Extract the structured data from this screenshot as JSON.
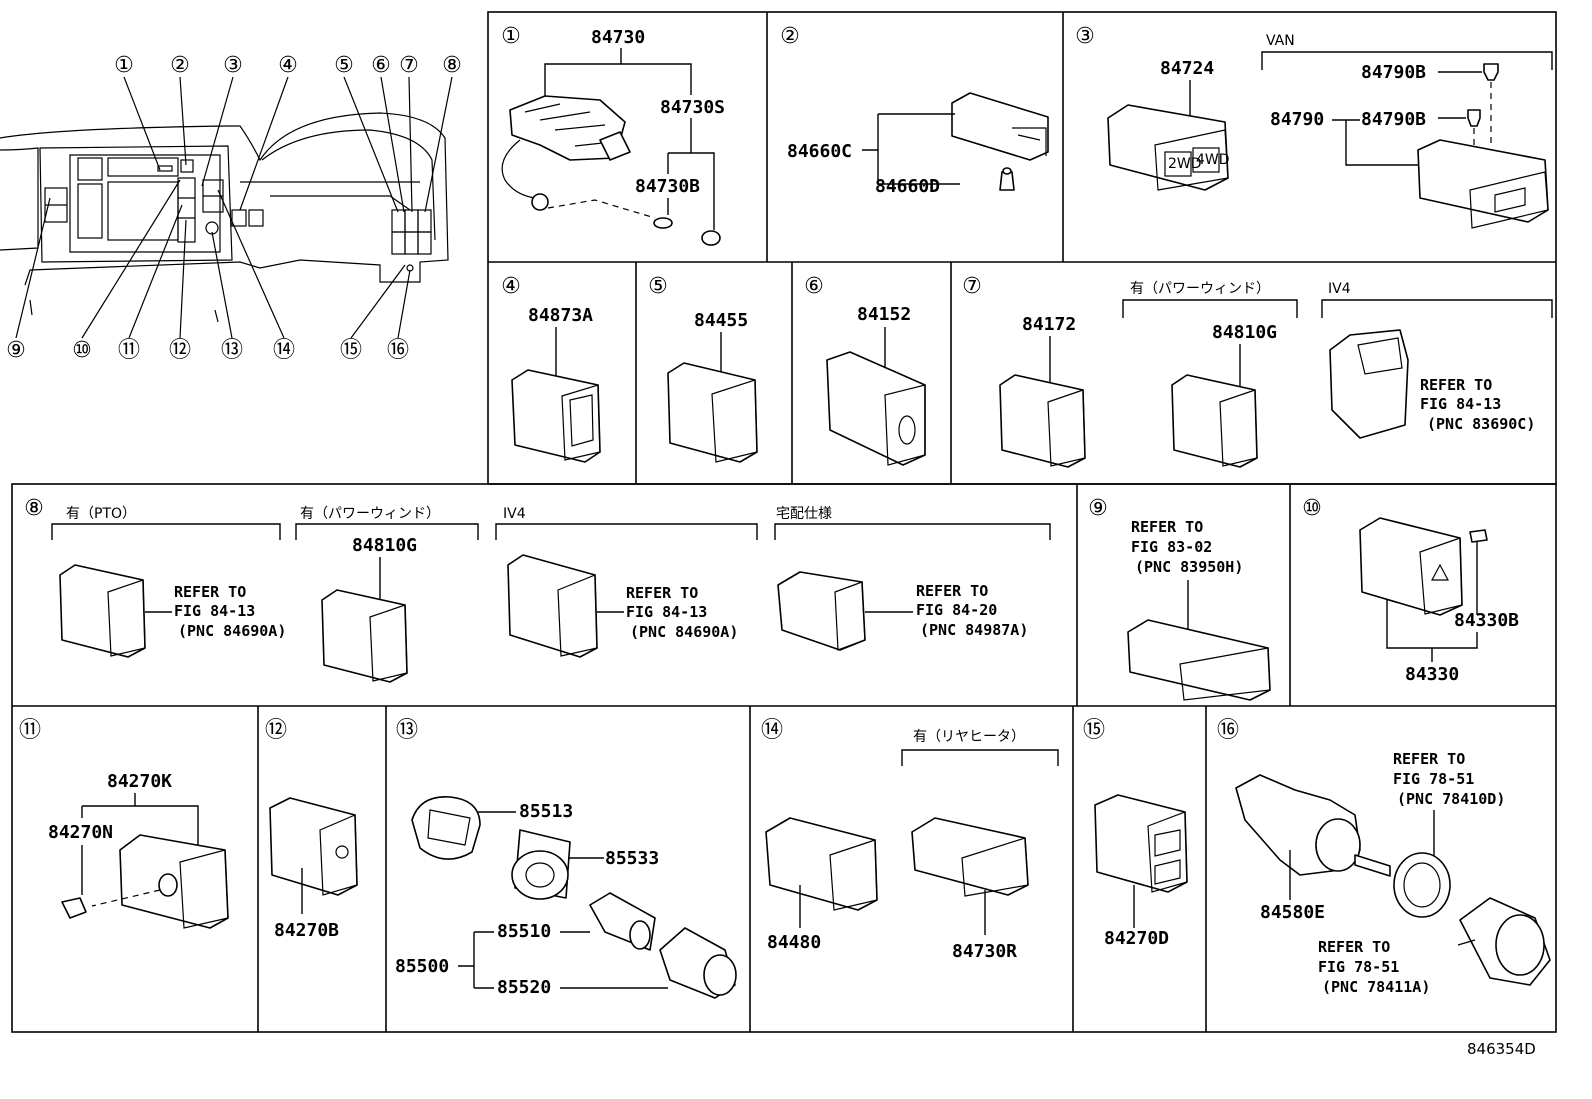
{
  "callouts": [
    "①",
    "②",
    "③",
    "④",
    "⑤",
    "⑥",
    "⑦",
    "⑧",
    "⑨",
    "⑩",
    "⑪",
    "⑫",
    "⑬",
    "⑭",
    "⑮",
    "⑯"
  ],
  "panels": {
    "p1": {
      "parts": [
        "84730",
        "84730S",
        "84730B"
      ]
    },
    "p2": {
      "parts": [
        "84660C",
        "84660D"
      ]
    },
    "p3": {
      "group": "VAN",
      "parts": [
        "84724",
        "84790B",
        "84790",
        "84790B"
      ]
    },
    "p4": {
      "parts": [
        "84873A"
      ]
    },
    "p5": {
      "parts": [
        "84455"
      ]
    },
    "p6": {
      "parts": [
        "84152"
      ]
    },
    "p7": {
      "group1": "有（パワーウィンド）",
      "group2": "IV4",
      "parts": [
        "84172",
        "84810G"
      ],
      "ref": [
        "REFER TO",
        "FIG 84-13",
        "(PNC 83690C)"
      ]
    },
    "p8": {
      "group1": "有（PTO）",
      "group2": "有（パワーウィンド）",
      "group3": "IV4",
      "group4": "宅配仕様",
      "parts": [
        "84810G"
      ],
      "ref1": [
        "REFER TO",
        "FIG 84-13",
        "(PNC 84690A)"
      ],
      "ref2": [
        "REFER TO",
        "FIG 84-13",
        "(PNC 84690A)"
      ],
      "ref3": [
        "REFER TO",
        "FIG 84-20",
        "(PNC 84987A)"
      ]
    },
    "p9": {
      "ref": [
        "REFER TO",
        "FIG 83-02",
        "(PNC 83950H)"
      ]
    },
    "p10": {
      "parts": [
        "84330B",
        "84330"
      ]
    },
    "p11": {
      "parts": [
        "84270K",
        "84270N"
      ]
    },
    "p12": {
      "parts": [
        "84270B"
      ]
    },
    "p13": {
      "parts": [
        "85513",
        "85533",
        "85510",
        "85500",
        "85520"
      ]
    },
    "p14": {
      "group": "有（リヤヒータ）",
      "parts": [
        "84480",
        "84730R"
      ]
    },
    "p15": {
      "parts": [
        "84270D"
      ]
    },
    "p16": {
      "parts": [
        "84580E"
      ],
      "ref1": [
        "REFER TO",
        "FIG 78-51",
        "(PNC 78410D)"
      ],
      "ref2": [
        "REFER TO",
        "FIG 78-51",
        "(PNC 78411A)"
      ]
    }
  },
  "switch_labels": [
    "2WD",
    "4WD"
  ],
  "footer": "846354D"
}
